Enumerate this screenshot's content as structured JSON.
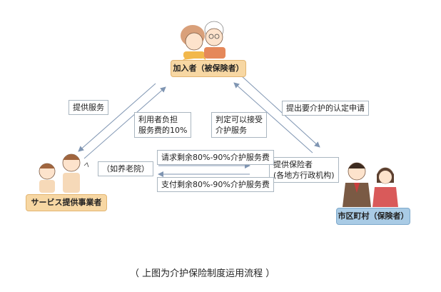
{
  "nodes": {
    "insured": "加入者（被保険者）",
    "provider": "サービス提供事業者",
    "municipality": "市区町村（保険者）"
  },
  "labels": {
    "provide_service": "提供服务",
    "submit_application": "提出要介护的认定申请",
    "user_burden_line1": "利用者负担",
    "user_burden_line2": "服务费的10%",
    "judgement_line1": "判定可以接受",
    "judgement_line2": "介护服务",
    "nursing_home": "（如养老院）",
    "insurer_line1": "提供保险者",
    "insurer_line2": "(各地方行政机构)",
    "request_fee": "请求剩余80%-90%介护服务费",
    "pay_fee": "支付剩余80%-90%介护服务费"
  },
  "caption": "（ 上图为介护保险制度运用流程 ）",
  "colors": {
    "insured_badge": "#f7d7a3",
    "provider_badge": "#f7d7a3",
    "municipality_badge": "#a9cbe5",
    "arrow": "#7f95b2"
  }
}
